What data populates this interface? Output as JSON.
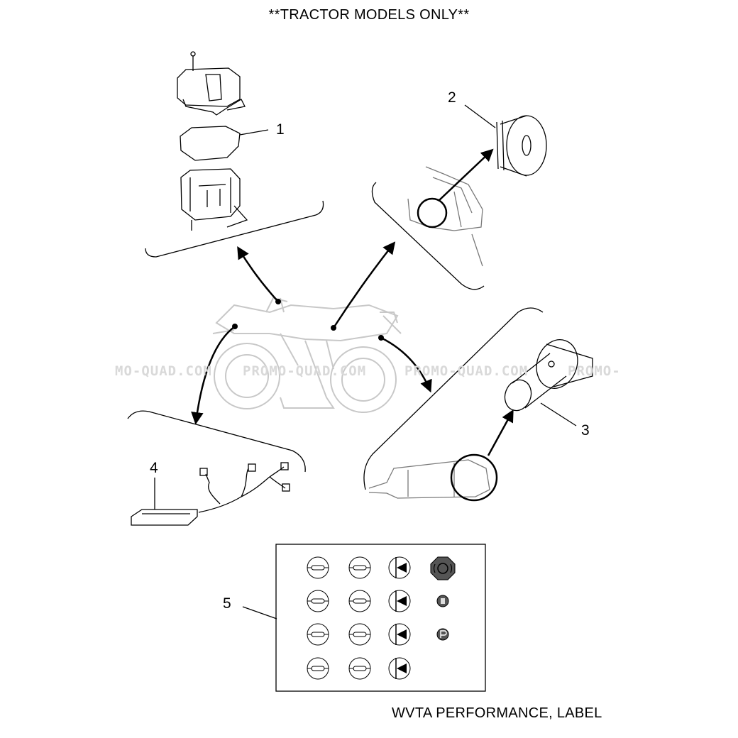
{
  "heading": "**TRACTOR MODELS ONLY**",
  "caption": "WVTA PERFORMANCE, LABEL",
  "watermark": [
    "MO-QUAD.COM",
    "PROMO-QUAD.COM",
    "PROMO-QUAD.COM",
    "PROMO-"
  ],
  "callouts": {
    "c1": "1",
    "c2": "2",
    "c3": "3",
    "c4": "4",
    "c5": "5"
  },
  "label_sheet": {
    "rows": 4,
    "bulb_columns": 2,
    "diode_columns": 1,
    "round_symbols": [
      "brake-symbol",
      "fuel-symbol",
      "parking-symbol"
    ]
  },
  "colors": {
    "line": "#000000",
    "faint_part": "#c8c8c8",
    "watermark": "#d9d9d9",
    "symbol_fill": "#555555"
  }
}
